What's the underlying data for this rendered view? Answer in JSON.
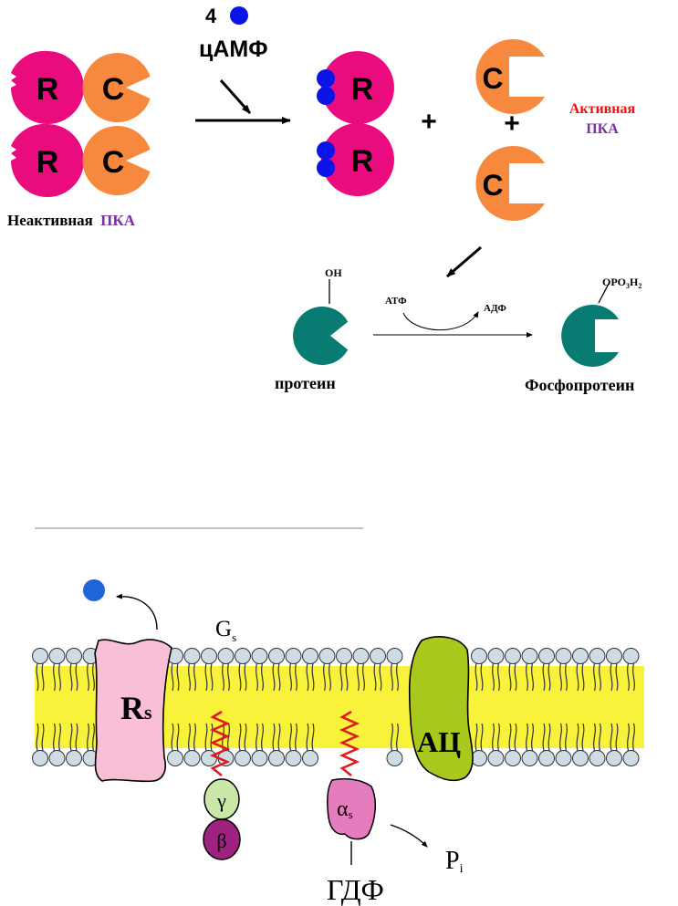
{
  "colors": {
    "regulatory": "#ea0b7e",
    "catalytic": "#f7893e",
    "camp": "#0b14e6",
    "protein": "#087b72",
    "active_label": "#ee1111",
    "pka_label": "#7b2fa2",
    "membrane": "#f8f33a",
    "lipid_head": "#cfdce3",
    "receptor": "#f8bfd6",
    "adenylate_cyclase": "#a8c81e",
    "gamma": "#cbe7a8",
    "beta": "#a02280",
    "alpha": "#e57cbd",
    "anchor": "#e21818",
    "ligand": "#1f64d9"
  },
  "pka_scheme": {
    "r_label": "R",
    "c_label": "C",
    "camp_count": "4",
    "camp_label": "цАМФ",
    "plus": "+",
    "inactive_word": "Неактивная",
    "inactive_pka": "ПКА",
    "active_word": "Активная",
    "active_pka": "ПКА"
  },
  "phosphorylation": {
    "oh": "OH",
    "atp": "АТФ",
    "adp": "АДФ",
    "phosphate_group": "OPO",
    "phosphate_sub3": "3",
    "phosphate_h": "H",
    "phosphate_sub2": "2",
    "protein_label": "протеин",
    "phosphoprotein_label": "Фосфопротеин"
  },
  "membrane_scheme": {
    "gs_main": "G",
    "gs_sub": "s",
    "rs_main": "R",
    "rs_sub": "s",
    "ac_label": "АЦ",
    "gamma": "γ",
    "beta": "β",
    "alpha_main": "α",
    "alpha_sub": "s",
    "gdp_label": "ГДФ",
    "pi_main": "P",
    "pi_sub": "i"
  }
}
